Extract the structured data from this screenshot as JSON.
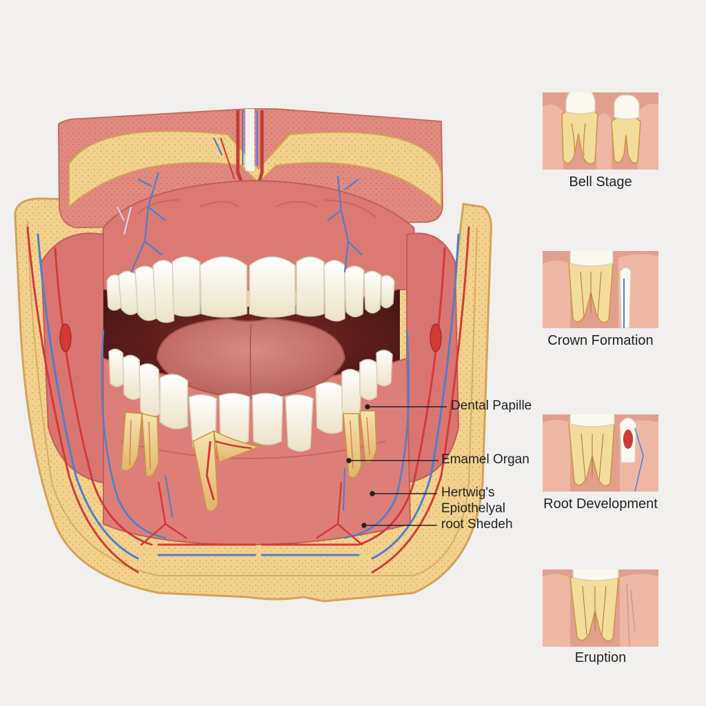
{
  "callouts": [
    {
      "id": "dental-papille",
      "lines": [
        "Dental Papille"
      ]
    },
    {
      "id": "emamel-organ",
      "lines": [
        "Emamel Organ"
      ]
    },
    {
      "id": "hertwigs-sheath",
      "lines": [
        "Hertwig's",
        "Epiothelyal",
        "root Shedeh"
      ]
    }
  ],
  "stages": [
    {
      "id": "bell-stage",
      "caption": "Bell Stage"
    },
    {
      "id": "crown-formation",
      "caption": "Crown Formation"
    },
    {
      "id": "root-development",
      "caption": "Root Development"
    },
    {
      "id": "eruption",
      "caption": "Eruption"
    }
  ],
  "colors": {
    "background": "#f1f0ee",
    "gum": "#dd7f78",
    "gum_dark": "#c25e5a",
    "bone": "#f2d28e",
    "bone_dark": "#d9ac5e",
    "enamel": "#f8f3e6",
    "artery": "#d23a36",
    "vein": "#4c7fd0",
    "leader_line": "#222222"
  }
}
